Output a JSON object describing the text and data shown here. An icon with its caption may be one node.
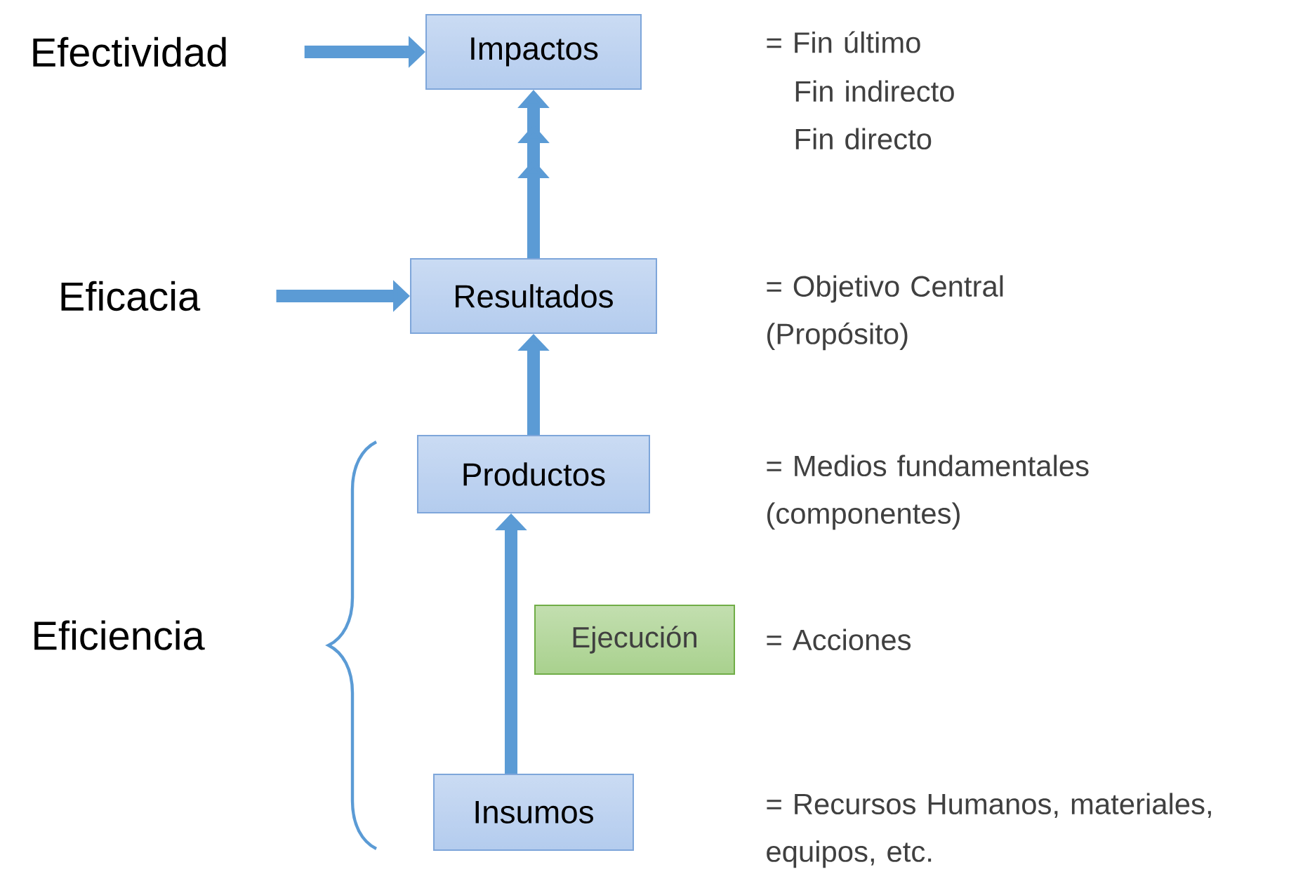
{
  "diagram": {
    "nodes": [
      {
        "text": [
          "Impactos"
        ]
      },
      {
        "text": [
          "Resultados"
        ]
      },
      {
        "text": [
          "Productos"
        ]
      },
      {
        "text": [
          "Ejecución"
        ]
      },
      {
        "text": [
          "Insumos"
        ]
      },
      {
        "text": [
          "Efectividad"
        ]
      },
      {
        "text": [
          "Eficacia"
        ]
      }
    ],
    "edges": [
      {
        "from": 5,
        "to": 0,
        "arrow": "to"
      },
      {
        "from": 6,
        "to": 1,
        "arrow": "to"
      },
      {
        "from": 1,
        "to": 0,
        "arrow": "to"
      },
      {
        "from": 2,
        "to": 1,
        "arrow": "to"
      },
      {
        "from": 4,
        "to": 2,
        "arrow": "to"
      }
    ],
    "labels": [
      "= Fin último",
      "Fin indirecto",
      "Fin directo",
      "= Objetivo Central (Propósito)",
      "= Medios fundamentales (componentes)",
      "Eficiencia",
      "= Acciones",
      "= Recursos Humanos, materiales, equipos, etc."
    ]
  }
}
